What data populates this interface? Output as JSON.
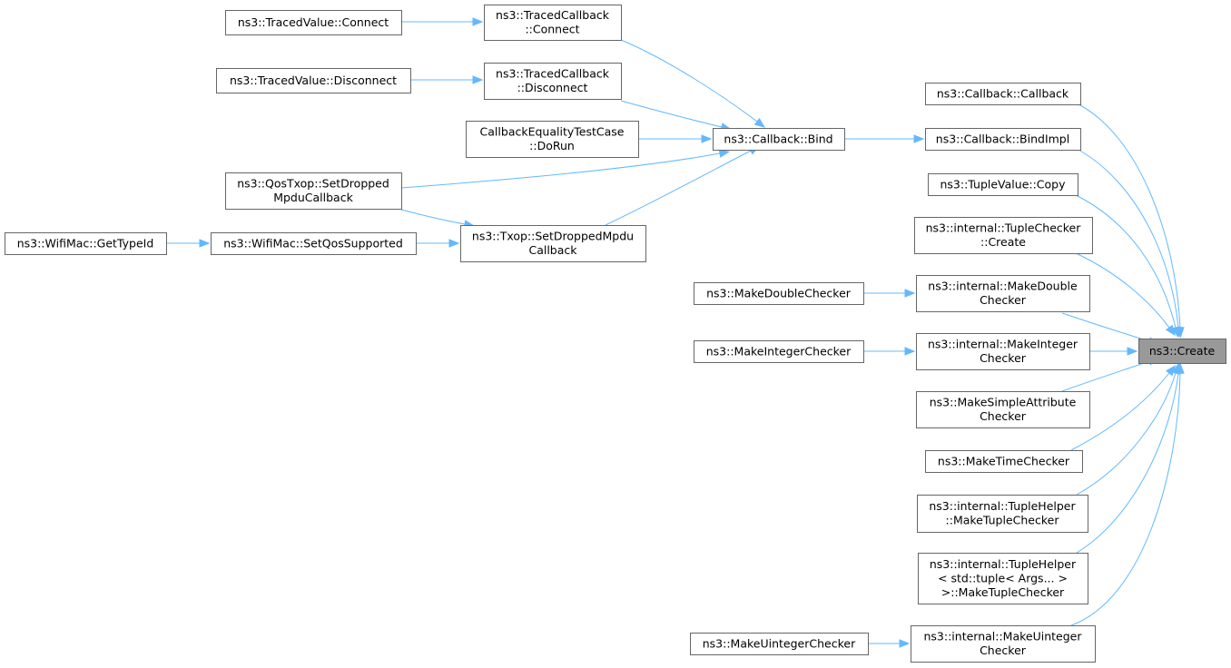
{
  "graph": {
    "root": "create",
    "nodes": [
      {
        "id": "create",
        "lines": [
          "ns3::Create"
        ],
        "root": true
      },
      {
        "id": "traced-value-connect",
        "lines": [
          "ns3::TracedValue::Connect"
        ]
      },
      {
        "id": "traced-callback-connect",
        "lines": [
          "ns3::TracedCallback",
          "::Connect"
        ]
      },
      {
        "id": "traced-value-disconnect",
        "lines": [
          "ns3::TracedValue::Disconnect"
        ]
      },
      {
        "id": "traced-callback-disconnect",
        "lines": [
          "ns3::TracedCallback",
          "::Disconnect"
        ]
      },
      {
        "id": "callback-equality-dorun",
        "lines": [
          "CallbackEqualityTestCase",
          "::DoRun"
        ]
      },
      {
        "id": "callback-bind",
        "lines": [
          "ns3::Callback::Bind"
        ]
      },
      {
        "id": "qostxop-set-dropped",
        "lines": [
          "ns3::QosTxop::SetDropped",
          "MpduCallback"
        ]
      },
      {
        "id": "wifimac-gettypeid",
        "lines": [
          "ns3::WifiMac::GetTypeId"
        ]
      },
      {
        "id": "wifimac-setqossupported",
        "lines": [
          "ns3::WifiMac::SetQosSupported"
        ]
      },
      {
        "id": "txop-set-dropped",
        "lines": [
          "ns3::Txop::SetDroppedMpdu",
          "Callback"
        ]
      },
      {
        "id": "callback-callback",
        "lines": [
          "ns3::Callback::Callback"
        ]
      },
      {
        "id": "callback-bindimpl",
        "lines": [
          "ns3::Callback::BindImpl"
        ]
      },
      {
        "id": "tuplevalue-copy",
        "lines": [
          "ns3::TupleValue::Copy"
        ]
      },
      {
        "id": "tuplechecker-create",
        "lines": [
          "ns3::internal::TupleChecker",
          "::Create"
        ]
      },
      {
        "id": "make-double-checker",
        "lines": [
          "ns3::MakeDoubleChecker"
        ]
      },
      {
        "id": "internal-make-double",
        "lines": [
          "ns3::internal::MakeDouble",
          "Checker"
        ]
      },
      {
        "id": "make-integer-checker",
        "lines": [
          "ns3::MakeIntegerChecker"
        ]
      },
      {
        "id": "internal-make-integer",
        "lines": [
          "ns3::internal::MakeInteger",
          "Checker"
        ]
      },
      {
        "id": "make-simple-attribute",
        "lines": [
          "ns3::MakeSimpleAttribute",
          "Checker"
        ]
      },
      {
        "id": "make-time-checker",
        "lines": [
          "ns3::MakeTimeChecker"
        ]
      },
      {
        "id": "tuplehelper-make",
        "lines": [
          "ns3::internal::TupleHelper",
          "::MakeTupleChecker"
        ]
      },
      {
        "id": "tuplehelper-std-tuple",
        "lines": [
          "ns3::internal::TupleHelper",
          "< std::tuple< Args... >",
          ">::MakeTupleChecker"
        ]
      },
      {
        "id": "make-uinteger-checker",
        "lines": [
          "ns3::MakeUintegerChecker"
        ]
      },
      {
        "id": "internal-make-uinteger",
        "lines": [
          "ns3::internal::MakeUinteger",
          "Checker"
        ]
      }
    ],
    "edges": [
      {
        "from": "traced-value-connect",
        "to": "traced-callback-connect"
      },
      {
        "from": "traced-value-disconnect",
        "to": "traced-callback-disconnect"
      },
      {
        "from": "traced-callback-connect",
        "to": "callback-bind"
      },
      {
        "from": "traced-callback-disconnect",
        "to": "callback-bind"
      },
      {
        "from": "callback-equality-dorun",
        "to": "callback-bind"
      },
      {
        "from": "qostxop-set-dropped",
        "to": "callback-bind"
      },
      {
        "from": "txop-set-dropped",
        "to": "callback-bind"
      },
      {
        "from": "qostxop-set-dropped",
        "to": "txop-set-dropped"
      },
      {
        "from": "wifimac-gettypeid",
        "to": "wifimac-setqossupported"
      },
      {
        "from": "wifimac-setqossupported",
        "to": "txop-set-dropped"
      },
      {
        "from": "callback-bind",
        "to": "callback-bindimpl"
      },
      {
        "from": "make-double-checker",
        "to": "internal-make-double"
      },
      {
        "from": "make-integer-checker",
        "to": "internal-make-integer"
      },
      {
        "from": "make-uinteger-checker",
        "to": "internal-make-uinteger"
      },
      {
        "from": "callback-callback",
        "to": "create"
      },
      {
        "from": "callback-bindimpl",
        "to": "create"
      },
      {
        "from": "tuplevalue-copy",
        "to": "create"
      },
      {
        "from": "tuplechecker-create",
        "to": "create"
      },
      {
        "from": "internal-make-double",
        "to": "create"
      },
      {
        "from": "internal-make-integer",
        "to": "create"
      },
      {
        "from": "make-simple-attribute",
        "to": "create"
      },
      {
        "from": "make-time-checker",
        "to": "create"
      },
      {
        "from": "tuplehelper-make",
        "to": "create"
      },
      {
        "from": "tuplehelper-std-tuple",
        "to": "create"
      },
      {
        "from": "internal-make-uinteger",
        "to": "create"
      }
    ],
    "colors": {
      "edge": "#63b8ff",
      "node_border": "#666666",
      "root_fill": "#999999",
      "node_fill": "#ffffff"
    }
  }
}
